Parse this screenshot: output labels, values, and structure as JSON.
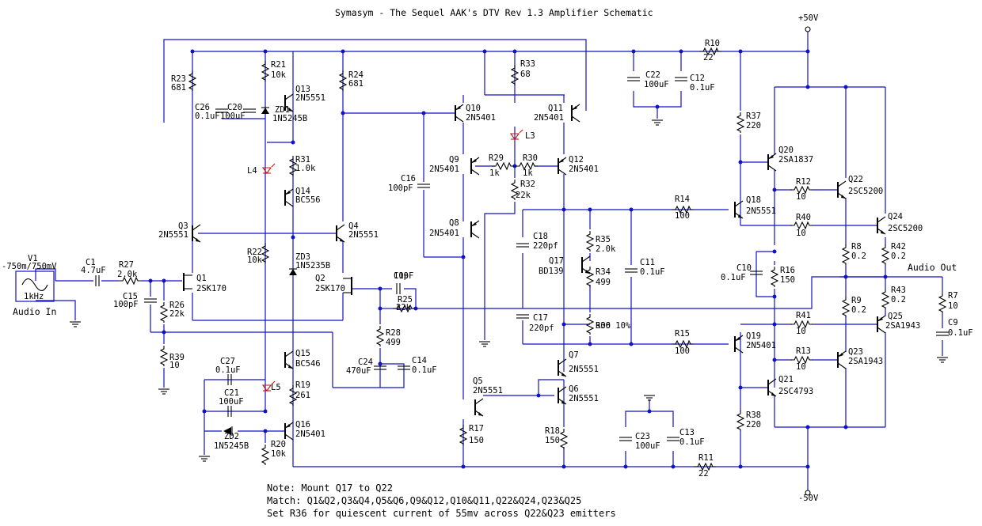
{
  "title": "Symasym - The Sequel AAK's DTV Rev 1.3 Amplifier Schematic",
  "rails": {
    "pos": "+50V",
    "neg": "-50V"
  },
  "io": {
    "input_label": "Audio In",
    "output_label": "Audio Out"
  },
  "source": {
    "name": "V1",
    "value": "-750m/750mV",
    "freq": "1kHz"
  },
  "notes": [
    "Note: Mount Q17 to Q22",
    "Match: Q1&Q2,Q3&Q4,Q5&Q6,Q9&Q12,Q10&Q11,Q22&Q24,Q23&Q25",
    "Set R36 for quiescent current of 55mv across Q22&Q23 emitters"
  ],
  "components": [
    {
      "ref": "C1",
      "value": "4.7uF"
    },
    {
      "ref": "R27",
      "value": "2.0k"
    },
    {
      "ref": "C15",
      "value": "100pF"
    },
    {
      "ref": "R26",
      "value": "22k"
    },
    {
      "ref": "R39",
      "value": "10"
    },
    {
      "ref": "Q1",
      "value": "2SK170"
    },
    {
      "ref": "Q2",
      "value": "2SK170"
    },
    {
      "ref": "R23",
      "value": "681"
    },
    {
      "ref": "C26",
      "value": "0.1uF"
    },
    {
      "ref": "C20",
      "value": "100uF"
    },
    {
      "ref": "R21",
      "value": "10k"
    },
    {
      "ref": "Q13",
      "value": "2N5551"
    },
    {
      "ref": "ZD1",
      "value": "1N5245B"
    },
    {
      "ref": "R24",
      "value": "681"
    },
    {
      "ref": "R31",
      "value": "1.0k"
    },
    {
      "ref": "L4",
      "value": ""
    },
    {
      "ref": "Q14",
      "value": "BC556"
    },
    {
      "ref": "Q3",
      "value": "2N5551"
    },
    {
      "ref": "Q4",
      "value": "2N5551"
    },
    {
      "ref": "R22",
      "value": "10k"
    },
    {
      "ref": "ZD3",
      "value": "1N5235B"
    },
    {
      "ref": "Q15",
      "value": "BC546"
    },
    {
      "ref": "L5",
      "value": ""
    },
    {
      "ref": "R19",
      "value": "261"
    },
    {
      "ref": "C27",
      "value": "0.1uF"
    },
    {
      "ref": "C21",
      "value": "100uF"
    },
    {
      "ref": "ZD2",
      "value": "1N5245B"
    },
    {
      "ref": "R20",
      "value": "10k"
    },
    {
      "ref": "Q16",
      "value": "2N5401"
    },
    {
      "ref": "C19",
      "value": "10pF"
    },
    {
      "ref": "R25",
      "value": "22k"
    },
    {
      "ref": "R28",
      "value": "499"
    },
    {
      "ref": "C24",
      "value": "470uF"
    },
    {
      "ref": "C14",
      "value": "0.1uF"
    },
    {
      "ref": "R33",
      "value": "68"
    },
    {
      "ref": "Q10",
      "value": "2N5401"
    },
    {
      "ref": "Q11",
      "value": "2N5401"
    },
    {
      "ref": "L3",
      "value": ""
    },
    {
      "ref": "Q9",
      "value": "2N5401"
    },
    {
      "ref": "R29",
      "value": "1k"
    },
    {
      "ref": "R30",
      "value": "1k"
    },
    {
      "ref": "Q12",
      "value": "2N5401"
    },
    {
      "ref": "R32",
      "value": "22k"
    },
    {
      "ref": "C16",
      "value": "100pF"
    },
    {
      "ref": "Q8",
      "value": "2N5401"
    },
    {
      "ref": "C18",
      "value": "220pf"
    },
    {
      "ref": "R35",
      "value": "2.0k"
    },
    {
      "ref": "Q17",
      "value": "BD139"
    },
    {
      "ref": "R34",
      "value": "499"
    },
    {
      "ref": "C11",
      "value": "0.1uF"
    },
    {
      "ref": "C17",
      "value": "220pf"
    },
    {
      "ref": "R36",
      "value": "500 10%"
    },
    {
      "ref": "Q7",
      "value": "2N5551"
    },
    {
      "ref": "Q5",
      "value": "2N5551"
    },
    {
      "ref": "Q6",
      "value": "2N5551"
    },
    {
      "ref": "R17",
      "value": "150"
    },
    {
      "ref": "R18",
      "value": "150"
    },
    {
      "ref": "C22",
      "value": "100uF"
    },
    {
      "ref": "C12",
      "value": "0.1uF"
    },
    {
      "ref": "R10",
      "value": "22"
    },
    {
      "ref": "R14",
      "value": "100"
    },
    {
      "ref": "R15",
      "value": "100"
    },
    {
      "ref": "C23",
      "value": "100uF"
    },
    {
      "ref": "C13",
      "value": "0.1uF"
    },
    {
      "ref": "R11",
      "value": "22"
    },
    {
      "ref": "R37",
      "value": "220"
    },
    {
      "ref": "Q20",
      "value": "2SA1837"
    },
    {
      "ref": "Q18",
      "value": "2N5551"
    },
    {
      "ref": "R12",
      "value": "10"
    },
    {
      "ref": "R40",
      "value": "10"
    },
    {
      "ref": "Q22",
      "value": "2SC5200"
    },
    {
      "ref": "Q24",
      "value": "2SC5200"
    },
    {
      "ref": "R8",
      "value": "0.2"
    },
    {
      "ref": "R42",
      "value": "0.2"
    },
    {
      "ref": "C10",
      "value": "0.1uF"
    },
    {
      "ref": "R16",
      "value": "150"
    },
    {
      "ref": "R9",
      "value": "0.2"
    },
    {
      "ref": "R43",
      "value": "0.2"
    },
    {
      "ref": "R7",
      "value": "10"
    },
    {
      "ref": "C9",
      "value": "0.1uF"
    },
    {
      "ref": "Q19",
      "value": "2N5401"
    },
    {
      "ref": "R41",
      "value": "10"
    },
    {
      "ref": "R13",
      "value": "10"
    },
    {
      "ref": "Q25",
      "value": "2SA1943"
    },
    {
      "ref": "Q23",
      "value": "2SA1943"
    },
    {
      "ref": "Q21",
      "value": "2SC4793"
    },
    {
      "ref": "R38",
      "value": "220"
    }
  ]
}
